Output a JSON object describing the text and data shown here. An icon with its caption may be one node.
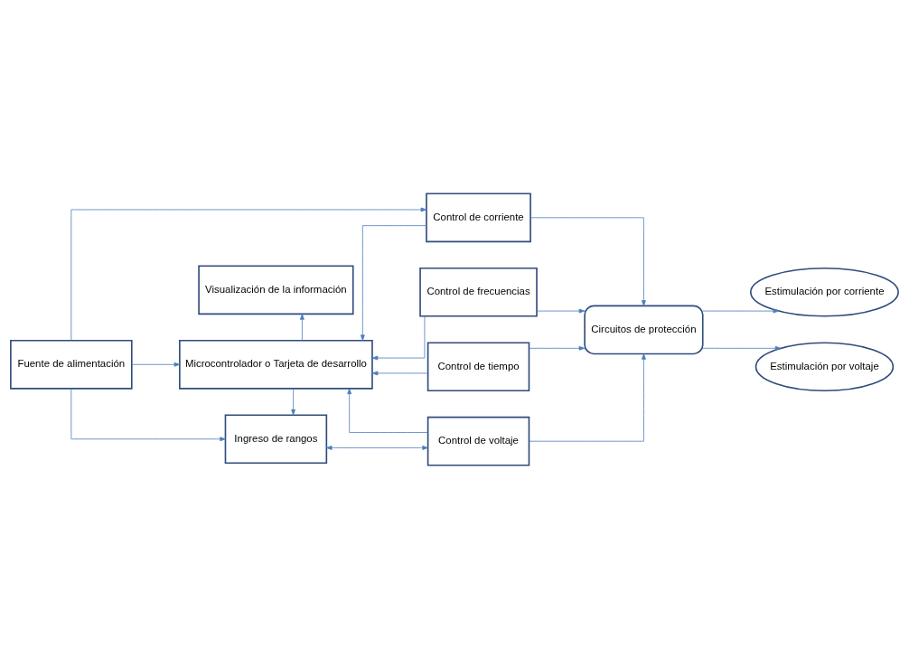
{
  "diagram": {
    "nodes": [
      {
        "text": [
          "Fuente de alimentación"
        ]
      },
      {
        "text": [
          "Visualización de la información"
        ]
      },
      {
        "text": [
          "Microcontrolador o Tarjeta de desarrollo"
        ]
      },
      {
        "text": [
          "Ingreso de rangos"
        ]
      },
      {
        "text": [
          "Control de corriente"
        ]
      },
      {
        "text": [
          "Control de frecuencias"
        ]
      },
      {
        "text": [
          "Control de tiempo"
        ]
      },
      {
        "text": [
          "Control de voltaje"
        ]
      },
      {
        "text": [
          "Circuitos de protección"
        ]
      },
      {
        "text": [
          "Estimulación por corriente"
        ]
      },
      {
        "text": [
          "Estimulación por voltaje"
        ]
      }
    ],
    "edges": [
      {
        "from": 0,
        "to": 2,
        "arrow": "to"
      },
      {
        "from": 0,
        "to": 4,
        "arrow": "to"
      },
      {
        "from": 0,
        "to": 3,
        "arrow": "to"
      },
      {
        "from": 2,
        "to": 1,
        "arrow": "to"
      },
      {
        "from": 2,
        "to": 3,
        "arrow": "to"
      },
      {
        "from": 4,
        "to": 2,
        "arrow": "to"
      },
      {
        "from": 5,
        "to": 2,
        "arrow": "to"
      },
      {
        "from": 6,
        "to": 2,
        "arrow": "to"
      },
      {
        "from": 7,
        "to": 2,
        "arrow": "to"
      },
      {
        "from": 4,
        "to": 8,
        "arrow": "to"
      },
      {
        "from": 5,
        "to": 8,
        "arrow": "to"
      },
      {
        "from": 6,
        "to": 8,
        "arrow": "to"
      },
      {
        "from": 7,
        "to": 8,
        "arrow": "to"
      },
      {
        "from": 8,
        "to": 9,
        "arrow": "to"
      },
      {
        "from": 8,
        "to": 10,
        "arrow": "to"
      },
      {
        "from": 3,
        "to": 7,
        "arrow": "both"
      }
    ]
  }
}
